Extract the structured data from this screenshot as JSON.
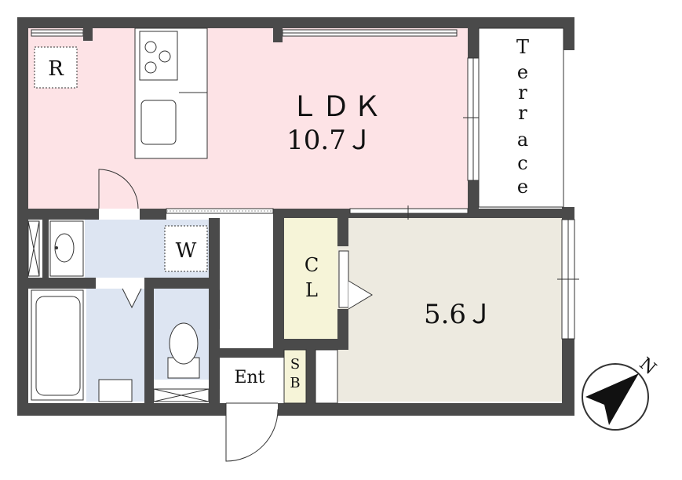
{
  "rooms": {
    "ldk": {
      "name": "ＬＤＫ",
      "size": "10.7Ｊ"
    },
    "terrace": {
      "name": "Terrace"
    },
    "closet": {
      "name": "CL"
    },
    "bedroom": {
      "size": "5.6Ｊ"
    },
    "entrance": {
      "name": "Ent"
    },
    "shoebox": {
      "name": "SB"
    },
    "refrigerator": {
      "name": "R"
    },
    "washer": {
      "name": "W"
    }
  },
  "compass": {
    "label": "N"
  },
  "colors": {
    "wall": "#4a4a4a",
    "ldk_fill": "#fde3e6",
    "wet_fill": "#dde5f2",
    "closet_fill": "#f6f4d8",
    "bedroom_fill": "#edeae0"
  }
}
